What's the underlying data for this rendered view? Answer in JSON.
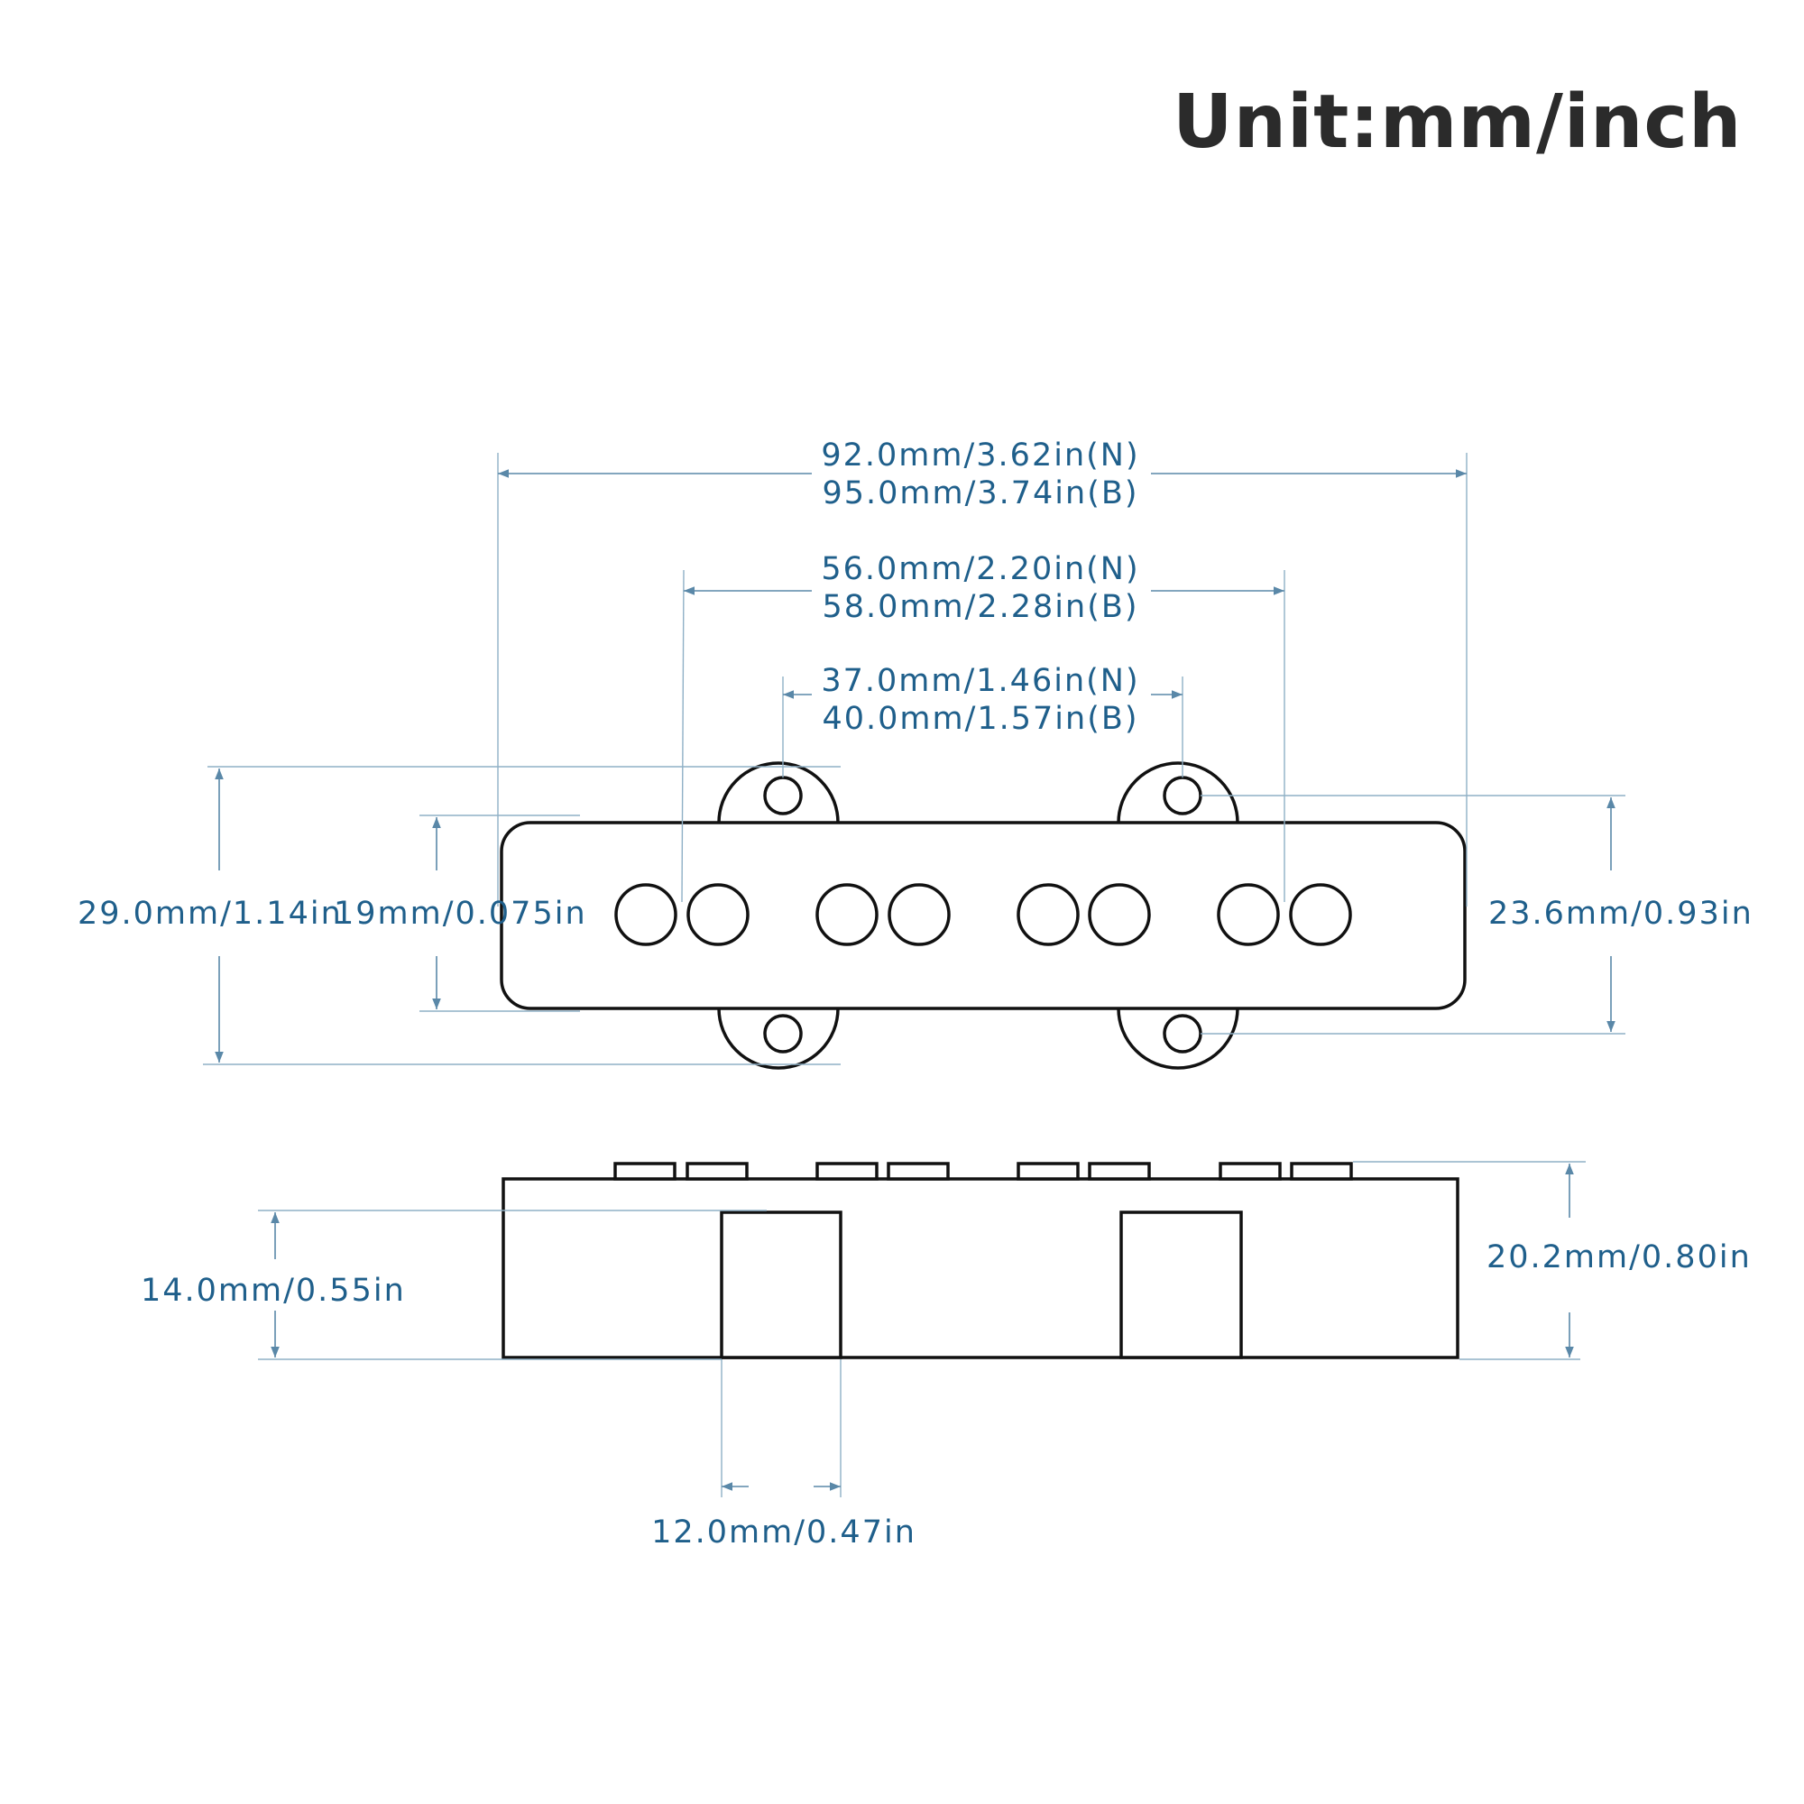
{
  "title": "Unit:mm/inch",
  "colors": {
    "dimension_text": "#1f5f8b",
    "dimension_line": "#5a88a8",
    "outline": "#111111",
    "title": "#2b2b2b"
  },
  "top_view": {
    "overall_length": {
      "line1": "92.0mm/3.62in(N)",
      "line2": "95.0mm/3.74in(B)"
    },
    "pole_span": {
      "line1": "56.0mm/2.20in(N)",
      "line2": "58.0mm/2.28in(B)"
    },
    "mount_hole_spacing": {
      "line1": "37.0mm/1.46in(N)",
      "line2": "40.0mm/1.57in(B)"
    },
    "overall_width": "29.0mm/1.14in",
    "body_width": "19mm/0.075in",
    "hole_to_hole_width": "23.6mm/0.93in"
  },
  "side_view": {
    "tab_height": "14.0mm/0.55in",
    "total_height": "20.2mm/0.80in",
    "tab_width": "12.0mm/0.47in"
  }
}
